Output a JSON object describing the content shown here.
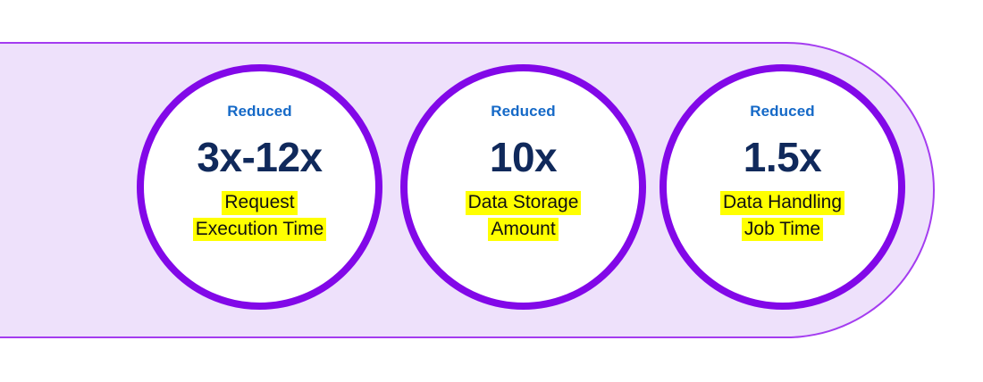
{
  "theme": {
    "canvas_background": "#FFFFFF",
    "pill_fill": "#EEE1FB",
    "pill_stroke": "#A43CF0",
    "circle_fill": "#FFFFFF",
    "circle_stroke": "#8208E8",
    "kicker_color": "#1569C7",
    "metric_color": "#10295B",
    "highlight_color": "#FFFF00",
    "highlight_text_color": "#111111"
  },
  "cards": [
    {
      "kicker": "Reduced",
      "metric": "3x-12x",
      "desc_lines": [
        "Request",
        "Execution Time"
      ]
    },
    {
      "kicker": "Reduced",
      "metric": "10x",
      "desc_lines": [
        "Data Storage",
        "Amount"
      ]
    },
    {
      "kicker": "Reduced",
      "metric": "1.5x",
      "desc_lines": [
        "Data Handling",
        "Job Time"
      ]
    }
  ]
}
